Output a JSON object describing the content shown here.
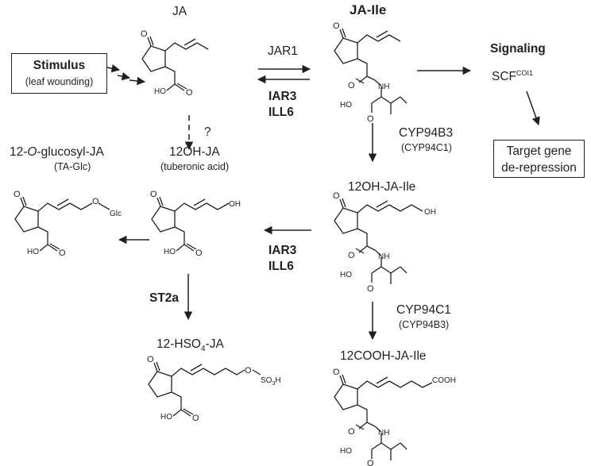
{
  "compounds": {
    "ja": "JA",
    "ja_ile": "JA-Ile",
    "oh_ja": "12OH-JA",
    "oh_ja_alt": "(tuberonic acid)",
    "glucosyl_pre": "12-",
    "glucosyl_o": "O",
    "glucosyl_post": "-glucosyl-JA",
    "glucosyl_alt": "(TA-Glc)",
    "oh_ja_ile": "12OH-JA-Ile",
    "hso4_pre": "12-HSO",
    "hso4_sub": "4",
    "hso4_post": "-JA",
    "cooh_ja_ile": "12COOH-JA-Ile"
  },
  "enzymes": {
    "jar1": "JAR1",
    "iar3_a": "IAR3",
    "ill6_a": "ILL6",
    "iar3_b": "IAR3",
    "ill6_b": "ILL6",
    "st2a": "ST2a",
    "cyp94b3": "CYP94B3",
    "cyp94c1_paren": "(CYP94C1)",
    "cyp94c1": "CYP94C1",
    "cyp94b3_paren": "(CYP94B3)",
    "unknown": "?"
  },
  "boxes": {
    "stimulus_title": "Stimulus",
    "stimulus_sub": "(leaf wounding)",
    "target_line1": "Target gene",
    "target_line2": "de-repression"
  },
  "signaling": {
    "title": "Signaling",
    "scf": "SCF",
    "scf_sup": "COI1"
  },
  "atoms": {
    "o": "O",
    "ho": "HO",
    "oh": "OH",
    "nh": "NH",
    "glc": "Glc",
    "so3h": "SO",
    "so3h_sub": "3",
    "so3h_h": "H",
    "cooh": "COOH"
  }
}
